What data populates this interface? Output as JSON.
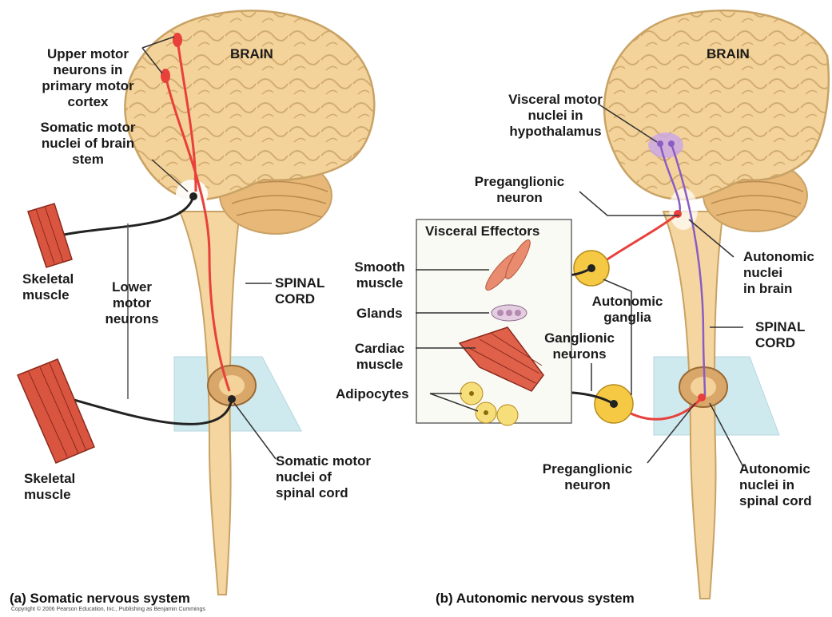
{
  "colors": {
    "brain": "#f4d39a",
    "brain_outline": "#c9a265",
    "cerebellum": "#e7b877",
    "cord": "#f5d6a0",
    "cord_outline": "#c9a265",
    "somatic_neuron": "#e8403b",
    "visceral_neuron": "#8a5cc4",
    "ganglion": "#f6c945",
    "muscle": "#d9553f",
    "plane": "#bfe3ea"
  },
  "panel_a": {
    "brain_label": "BRAIN",
    "upper_motor_label": "Upper motor\nneurons in\nprimary motor\ncortex",
    "somatic_nuclei_brainstem_label": "Somatic motor\nnuclei of brain\nstem",
    "skeletal_muscle_top_label": "Skeletal\nmuscle",
    "lower_motor_label": "Lower\nmotor\nneurons",
    "spinal_cord_label": "SPINAL\nCORD",
    "skeletal_muscle_bottom_label": "Skeletal\nmuscle",
    "somatic_nuclei_cord_label": "Somatic motor\nnuclei of\nspinal cord",
    "caption": "(a)  Somatic nervous system",
    "copyright": "Copyright © 2006 Pearson Education, Inc., Publishing as Benjamin Cummings"
  },
  "panel_b": {
    "brain_label": "BRAIN",
    "visceral_motor_label": "Visceral motor\nnuclei in\nhypothalamus",
    "preganglionic_top_label": "Preganglionic\nneuron",
    "effectors_title": "Visceral Effectors",
    "smooth_muscle_label": "Smooth\nmuscle",
    "glands_label": "Glands",
    "cardiac_muscle_label": "Cardiac\nmuscle",
    "adipocytes_label": "Adipocytes",
    "autonomic_ganglia_label": "Autonomic\nganglia",
    "ganglionic_neurons_label": "Ganglionic\nneurons",
    "autonomic_nuclei_brain_label": "Autonomic\nnuclei\nin brain",
    "spinal_cord_label": "SPINAL\nCORD",
    "preganglionic_bottom_label": "Preganglionic\nneuron",
    "autonomic_nuclei_cord_label": "Autonomic\nnuclei in\nspinal cord",
    "caption": "(b)  Autonomic nervous system"
  }
}
